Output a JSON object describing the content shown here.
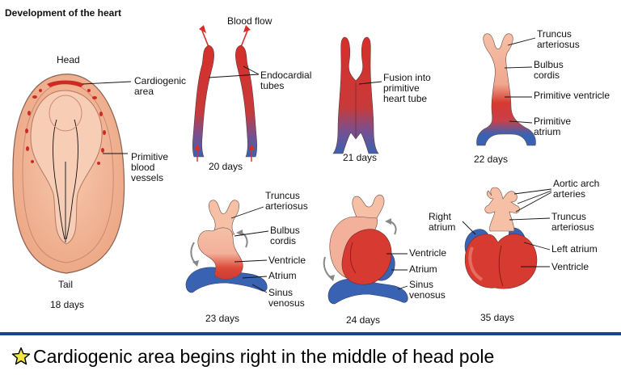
{
  "title": "Development of the heart",
  "embryo": {
    "head_label": "Head",
    "tail_label": "Tail",
    "age_label": "18 days",
    "cardiogenic_label": "Cardiogenic area",
    "blood_vessels_label": "Primitive blood vessels"
  },
  "stage20": {
    "blood_flow_label": "Blood flow",
    "endocardial_label": "Endocardial tubes",
    "age_label": "20 days"
  },
  "stage21": {
    "fusion_label": "Fusion into primitive heart tube",
    "age_label": "21 days"
  },
  "stage22": {
    "truncus_label": "Truncus arteriosus",
    "bulbus_label": "Bulbus cordis",
    "ventricle_label": "Primitive ventricle",
    "atrium_label": "Primitive atrium",
    "age_label": "22 days"
  },
  "stage23": {
    "truncus_label": "Truncus arteriosus",
    "bulbus_label": "Bulbus cordis",
    "ventricle_label": "Ventricle",
    "atrium_label": "Atrium",
    "sinus_label": "Sinus venosus",
    "age_label": "23 days"
  },
  "stage24": {
    "ventricle_label": "Ventricle",
    "atrium_label": "Atrium",
    "sinus_label": "Sinus venosus",
    "age_label": "24 days"
  },
  "stage35": {
    "aortic_label": "Aortic arch arteries",
    "right_atrium_label": "Right atrium",
    "truncus_label": "Truncus arteriosus",
    "left_atrium_label": "Left atrium",
    "ventricle_label": "Ventricle",
    "age_label": "35 days"
  },
  "footer": {
    "caption": "Cardiogenic area begins  right in the middle of head pole",
    "bar_color": "#1c4587",
    "star_color": "#f2e640",
    "icon": "star-icon"
  },
  "colors": {
    "arterial": "#d62f2a",
    "venous": "#3a62b2",
    "tissue": "#f5c0a6",
    "embryo_fill": "#f0b597"
  }
}
